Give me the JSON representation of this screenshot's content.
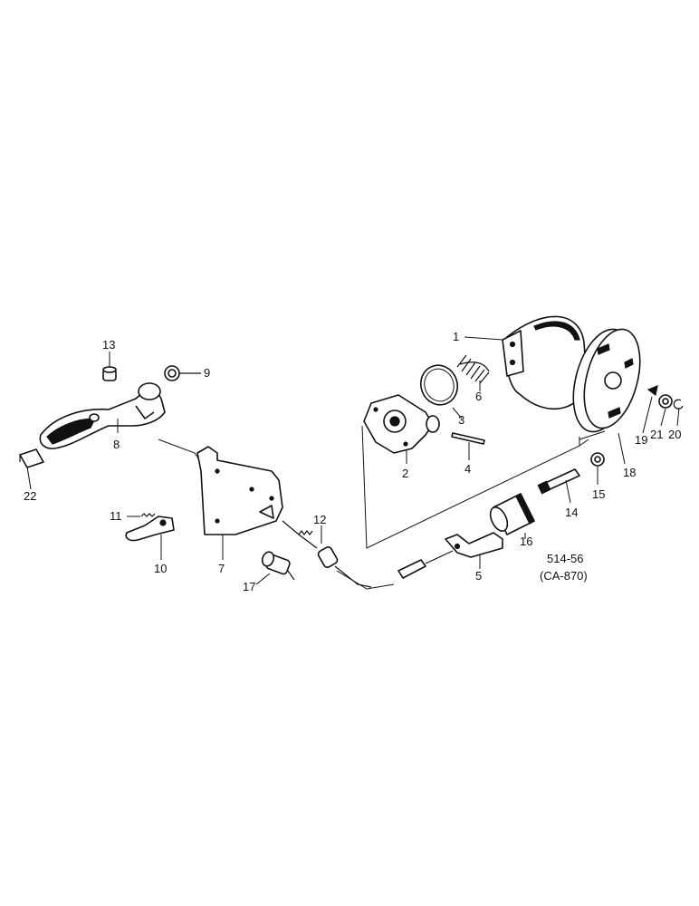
{
  "diagram": {
    "reference": {
      "line1": "514-56",
      "line2": "(CA-870)"
    },
    "callouts": {
      "c1": "1",
      "c2": "2",
      "c3": "3",
      "c4": "4",
      "c5": "5",
      "c6": "6",
      "c7": "7",
      "c8": "8",
      "c9": "9",
      "c10": "10",
      "c11": "11",
      "c12": "12",
      "c13": "13",
      "c14": "14",
      "c15": "15",
      "c16": "16",
      "c17": "17",
      "c18": "18",
      "c19": "19",
      "c20": "20",
      "c21": "21",
      "c22": "22"
    }
  }
}
